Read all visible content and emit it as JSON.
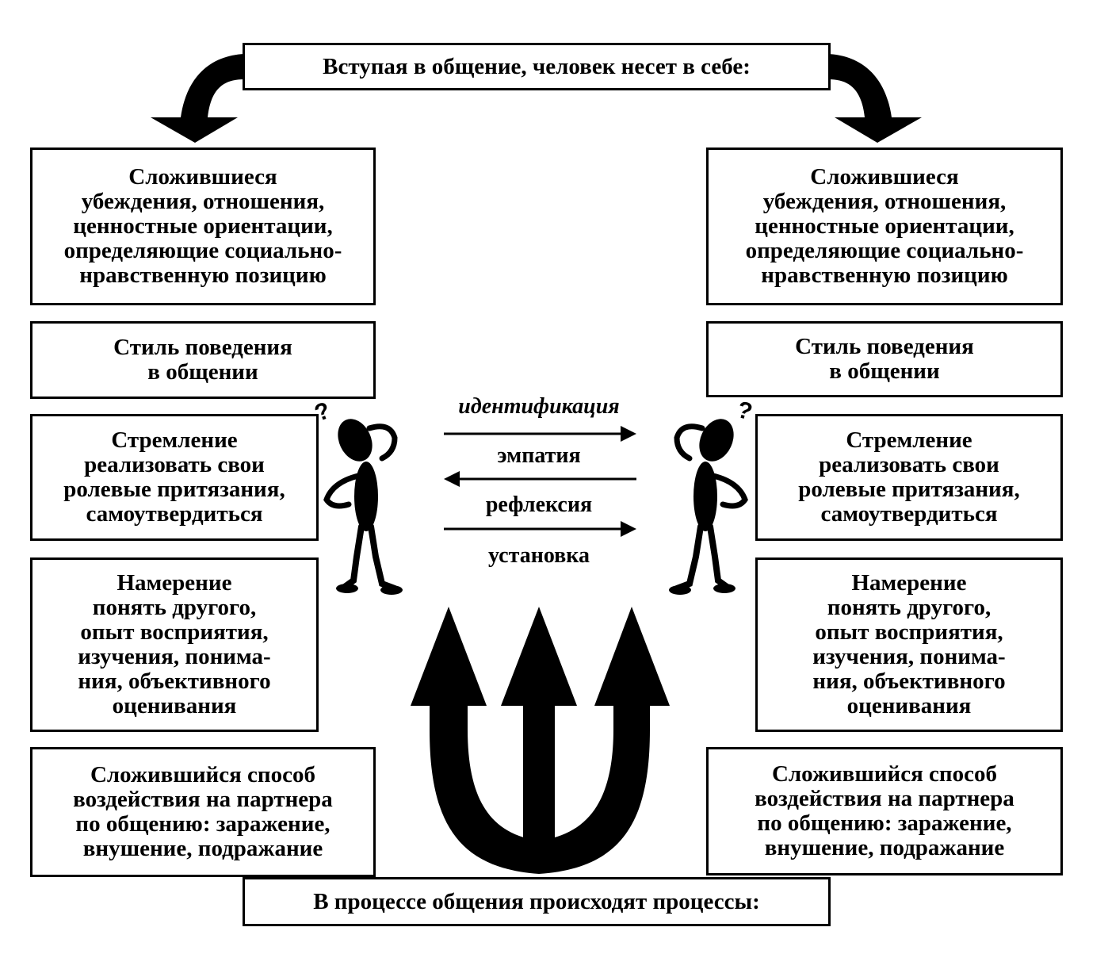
{
  "header": {
    "title": "Вступая в общение, человек несет в себе:"
  },
  "footer": {
    "title": "В процессе общения происходят процессы:"
  },
  "left_column": [
    {
      "text": "Сложившиеся\nубеждения, отношения,\nценностные ориентации,\nопределяющие социально-\nнравственную позицию"
    },
    {
      "text": "Стиль поведения\nв общении"
    },
    {
      "text": "Стремление\nреализовать свои\nролевые притязания,\nсамоутвердиться"
    },
    {
      "text": "Намерение\nпонять другого,\nопыт восприятия,\nизучения, понима-\nния, объективного\nоценивания"
    },
    {
      "text": "Сложившийся способ\nвоздействия на партнера\nпо общению: заражение,\nвнушение, подражание"
    }
  ],
  "right_column": [
    {
      "text": "Сложившиеся\nубеждения, отношения,\nценностные ориентации,\nопределяющие социально-\nнравственную позицию"
    },
    {
      "text": "Стиль поведения\nв общении"
    },
    {
      "text": "Стремление\nреализовать свои\nролевые притязания,\nсамоутвердиться"
    },
    {
      "text": "Намерение\nпонять другого,\nопыт восприятия,\nизучения, понима-\nния, объективного\nоценивания"
    },
    {
      "text": "Сложившийся способ\nвоздействия на партнера\nпо общению: заражение,\nвнушение, подражание"
    }
  ],
  "processes": [
    {
      "label": "идентификация",
      "arrow": "right"
    },
    {
      "label": "эмпатия",
      "arrow": "left"
    },
    {
      "label": "рефлексия",
      "arrow": "right"
    },
    {
      "label": "установка",
      "arrow": "none"
    }
  ],
  "icons": [
    "curved-arrow-left-icon",
    "curved-arrow-right-icon",
    "thinking-figure-icon",
    "question-mark-icon",
    "trident-arrows-icon"
  ],
  "colors": {
    "ink": "#000000",
    "background": "#ffffff"
  }
}
